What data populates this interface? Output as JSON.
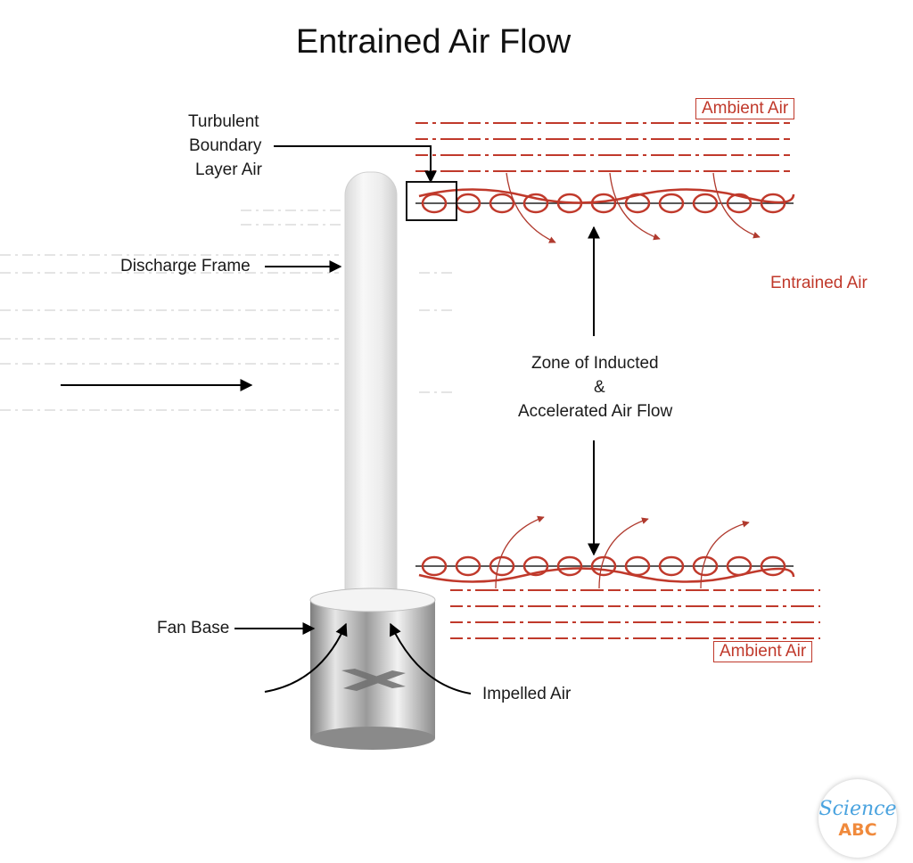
{
  "title": "Entrained Air Flow",
  "labels": {
    "turbulent": [
      "Turbulent",
      "Boundary",
      "Layer Air"
    ],
    "discharge_frame": "Discharge Frame",
    "fan_base": "Fan Base",
    "impelled_air": "Impelled Air",
    "zone": [
      "Zone of Inducted",
      "&",
      "Accelerated Air Flow"
    ],
    "entrained_air": "Entrained Air",
    "ambient_air_top": "Ambient Air",
    "ambient_air_bottom": "Ambient Air"
  },
  "logo": {
    "line1": "Science",
    "line2": "ABC"
  },
  "colors": {
    "accent_red": "#c0392b",
    "label_text": "#1a1a1a",
    "logo_blue": "#4aa3df",
    "logo_orange": "#f08a3c"
  }
}
